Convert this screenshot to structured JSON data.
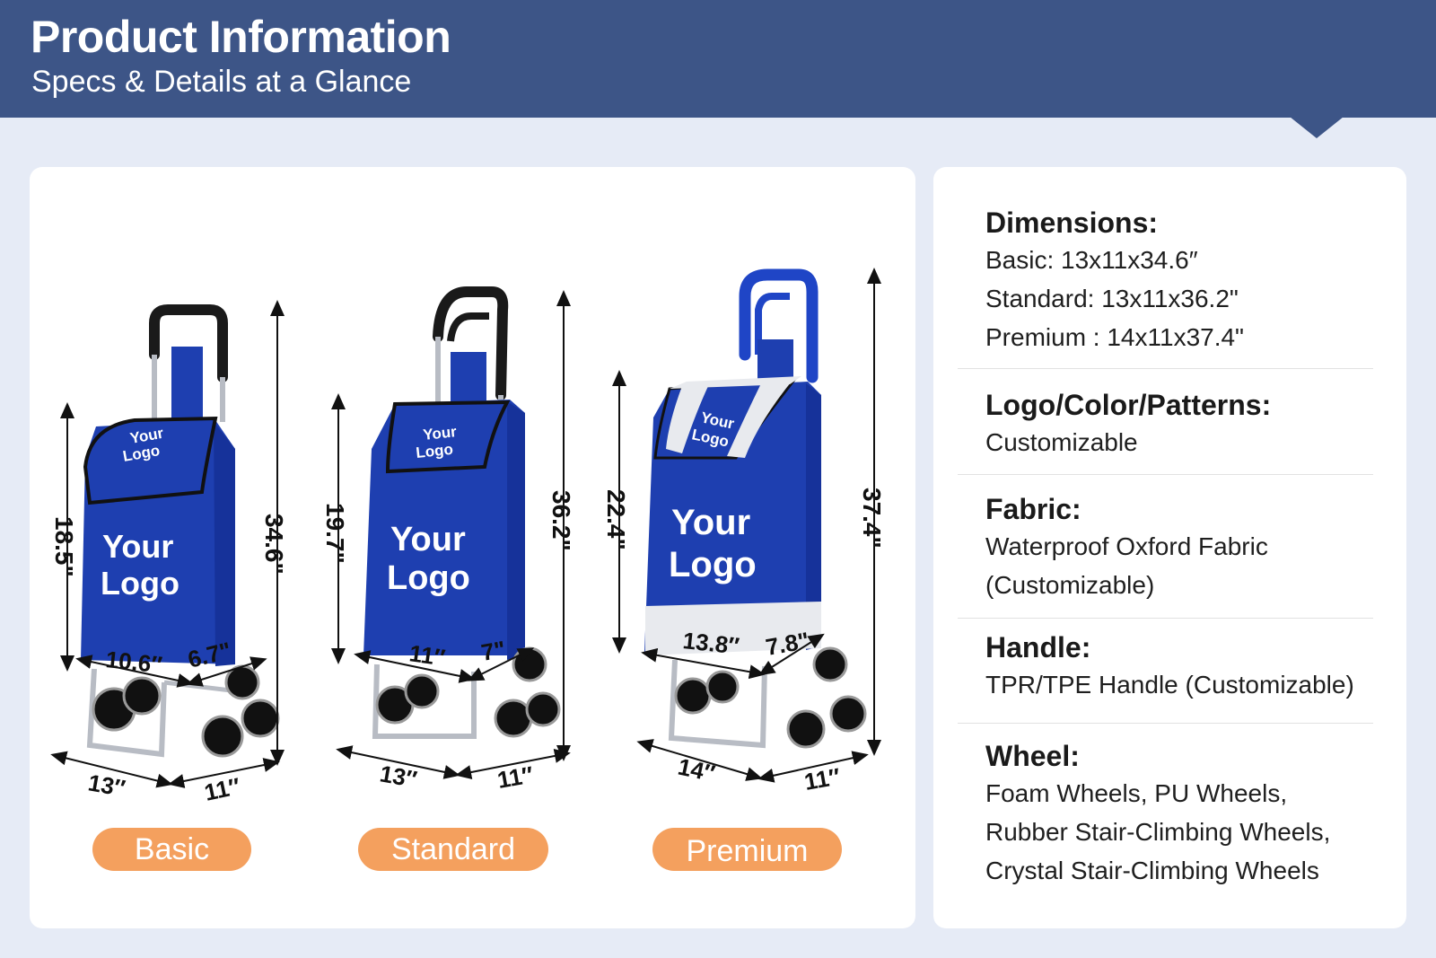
{
  "header": {
    "title": "Product Information",
    "subtitle": "Specs & Details at a Glance"
  },
  "products": [
    {
      "tag": "Basic",
      "bag_logo_small": [
        "Your",
        "Logo"
      ],
      "bag_logo_large": [
        "Your",
        "Logo"
      ],
      "dims": {
        "bag_height": "18.5\"",
        "total_height": "34.6\"",
        "bag_width": "10.6″",
        "bag_depth": "6.7\"",
        "base_width": "13″",
        "base_depth": "11″"
      }
    },
    {
      "tag": "Standard",
      "bag_logo_small": [
        "Your",
        "Logo"
      ],
      "bag_logo_large": [
        "Your",
        "Logo"
      ],
      "dims": {
        "bag_height": "19.7\"",
        "total_height": "36.2\"",
        "bag_width": "11″",
        "bag_depth": "7\"",
        "base_width": "13″",
        "base_depth": "11″"
      }
    },
    {
      "tag": "Premium",
      "bag_logo_small": [
        "Your",
        "Logo"
      ],
      "bag_logo_large": [
        "Your",
        "Logo"
      ],
      "dims": {
        "bag_height": "22.4\"",
        "total_height": "37.4\"",
        "bag_width": "13.8″",
        "bag_depth": "7.8\"",
        "base_width": "14″",
        "base_depth": "11″"
      }
    }
  ],
  "specs": [
    {
      "title": "Dimensions:",
      "lines": [
        "Basic: 13x11x34.6″",
        "Standard: 13x11x36.2\"",
        "Premium : 14x11x37.4\""
      ]
    },
    {
      "title": "Logo/Color/Patterns:",
      "lines": [
        "Customizable"
      ]
    },
    {
      "title": "Fabric:",
      "lines": [
        "Waterproof Oxford Fabric",
        "(Customizable)"
      ]
    },
    {
      "title": "Handle:",
      "lines": [
        "TPR/TPE Handle (Customizable)"
      ]
    },
    {
      "title": "Wheel:",
      "lines": [
        "Foam Wheels, PU Wheels,",
        "Rubber Stair-Climbing Wheels,",
        "Crystal Stair-Climbing Wheels"
      ]
    }
  ],
  "colors": {
    "header_bg": "#3d5587",
    "page_bg": "#e6ebf6",
    "tag_bg": "#f4a05e",
    "bag_blue": "#1e3fb0",
    "handle_black": "#1a1a1a",
    "handle_blue": "#1f45c6"
  }
}
